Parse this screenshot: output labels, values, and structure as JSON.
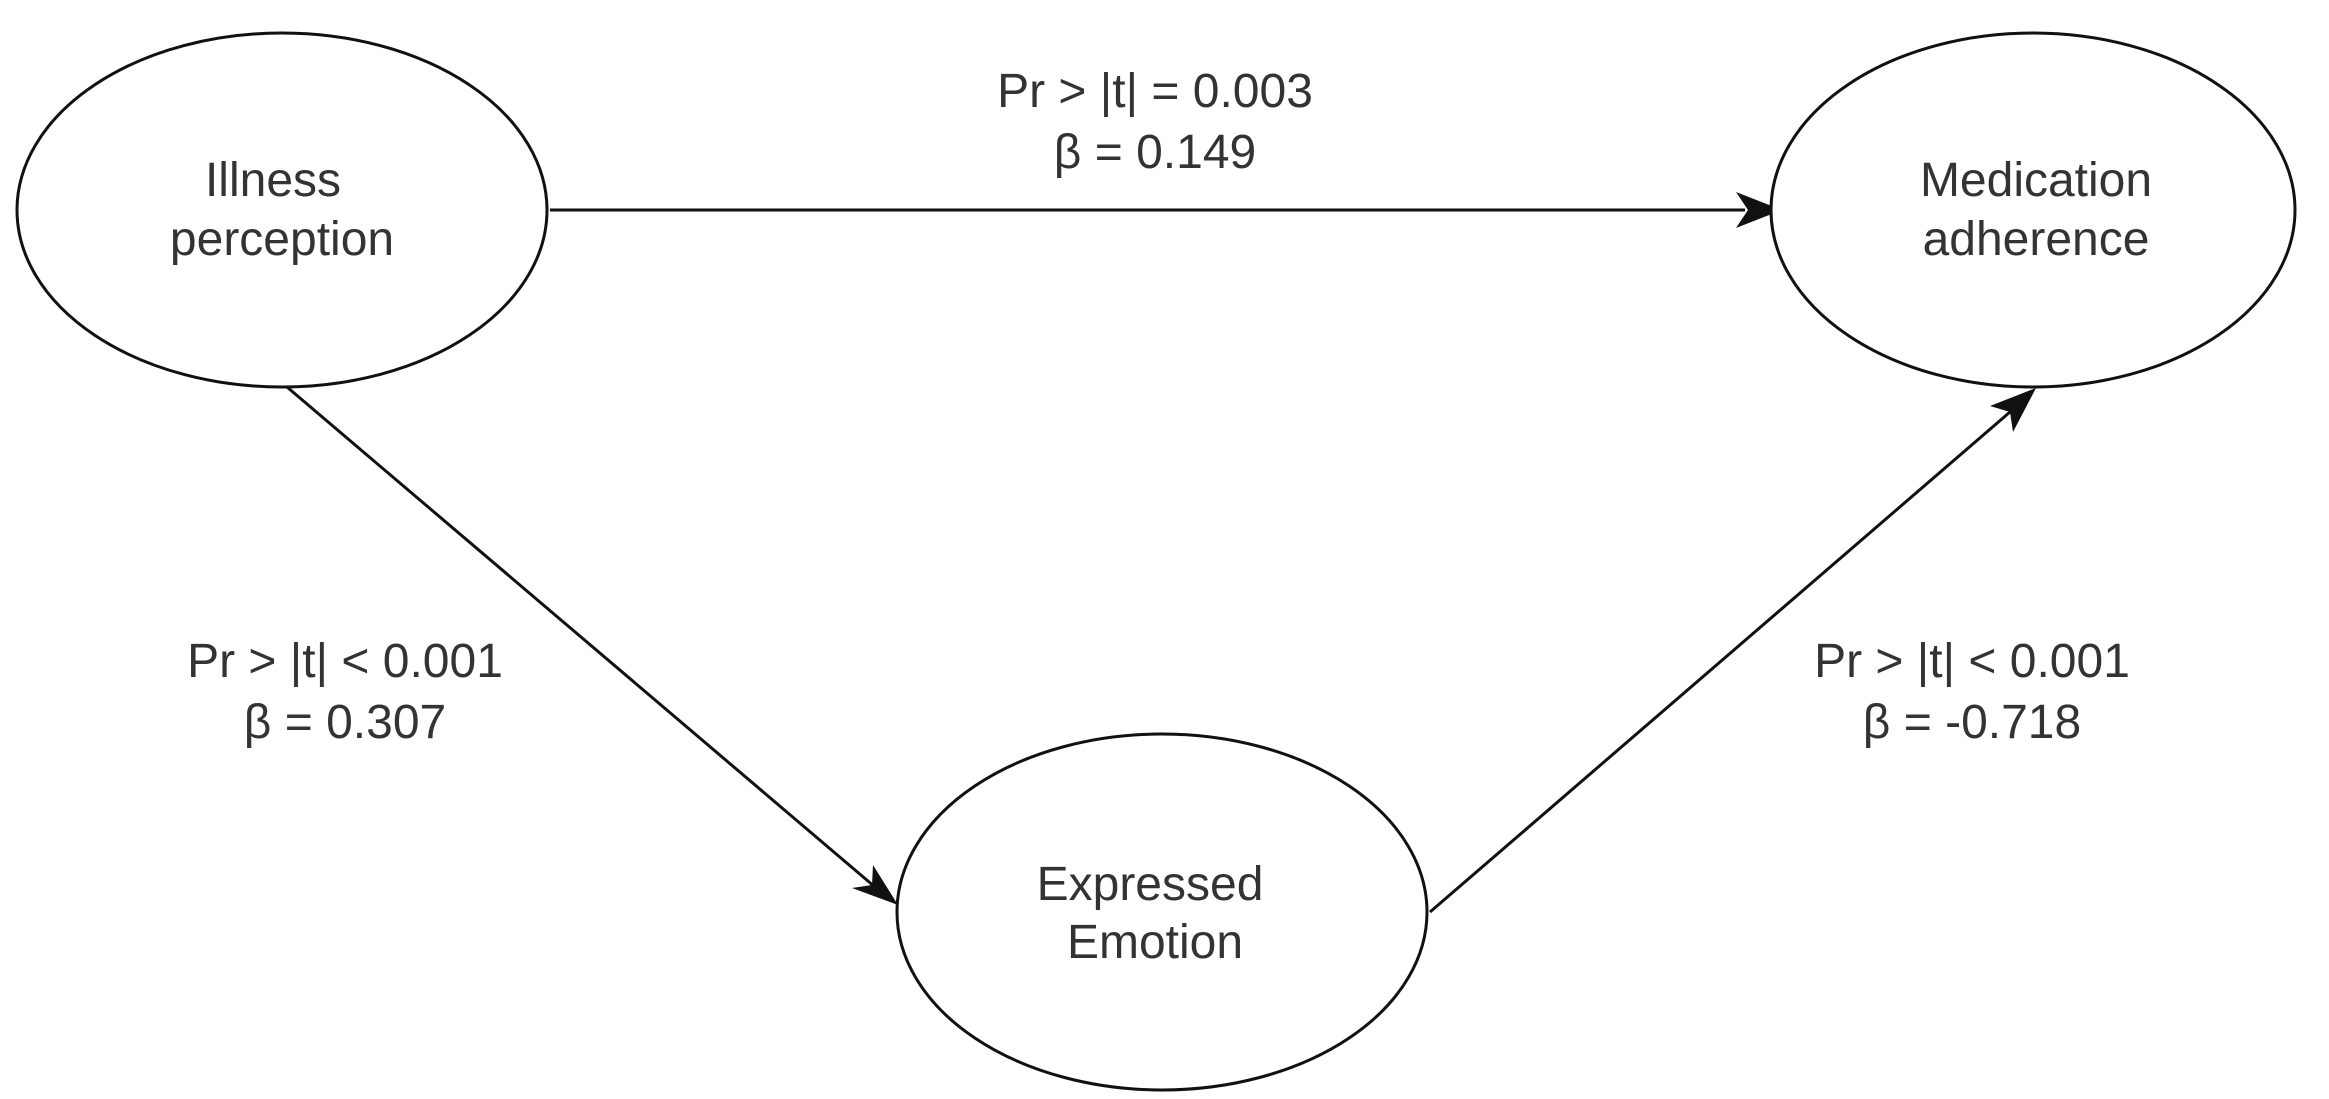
{
  "nodes": {
    "illness_perception": {
      "line1": "Illness",
      "line2": "perception"
    },
    "medication_adherence": {
      "line1": "Medication",
      "line2": "adherence"
    },
    "expressed_emotion": {
      "line1": "Expressed",
      "line2": "Emotion"
    }
  },
  "edges": {
    "illness_to_adherence": {
      "p_value": "Pr > |t| = 0.003",
      "beta": "β = 0.149"
    },
    "illness_to_emotion": {
      "p_value": "Pr > |t| < 0.001",
      "beta": "β = 0.307"
    },
    "emotion_to_adherence": {
      "p_value": "Pr > |t| < 0.001",
      "beta": "β = -0.718"
    }
  },
  "colors": {
    "stroke": "#111111",
    "text": "#333333",
    "background": "#ffffff"
  }
}
